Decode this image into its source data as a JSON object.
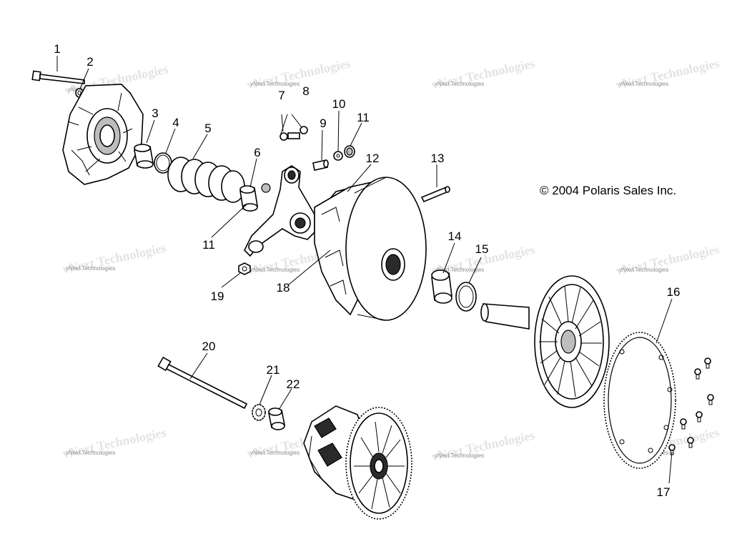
{
  "copyright": "© 2004 Polaris Sales Inc.",
  "watermark": "vNext Technologies",
  "callouts": {
    "c1": "1",
    "c2": "2",
    "c3": "3",
    "c4": "4",
    "c5": "5",
    "c6": "6",
    "c7": "7",
    "c8": "8",
    "c9": "9",
    "c10": "10",
    "c11a": "11",
    "c11b": "11",
    "c12": "12",
    "c13": "13",
    "c14": "14",
    "c15": "15",
    "c16": "16",
    "c17": "17",
    "c18": "18",
    "c19": "19",
    "c20": "20",
    "c21": "21",
    "c22": "22"
  }
}
